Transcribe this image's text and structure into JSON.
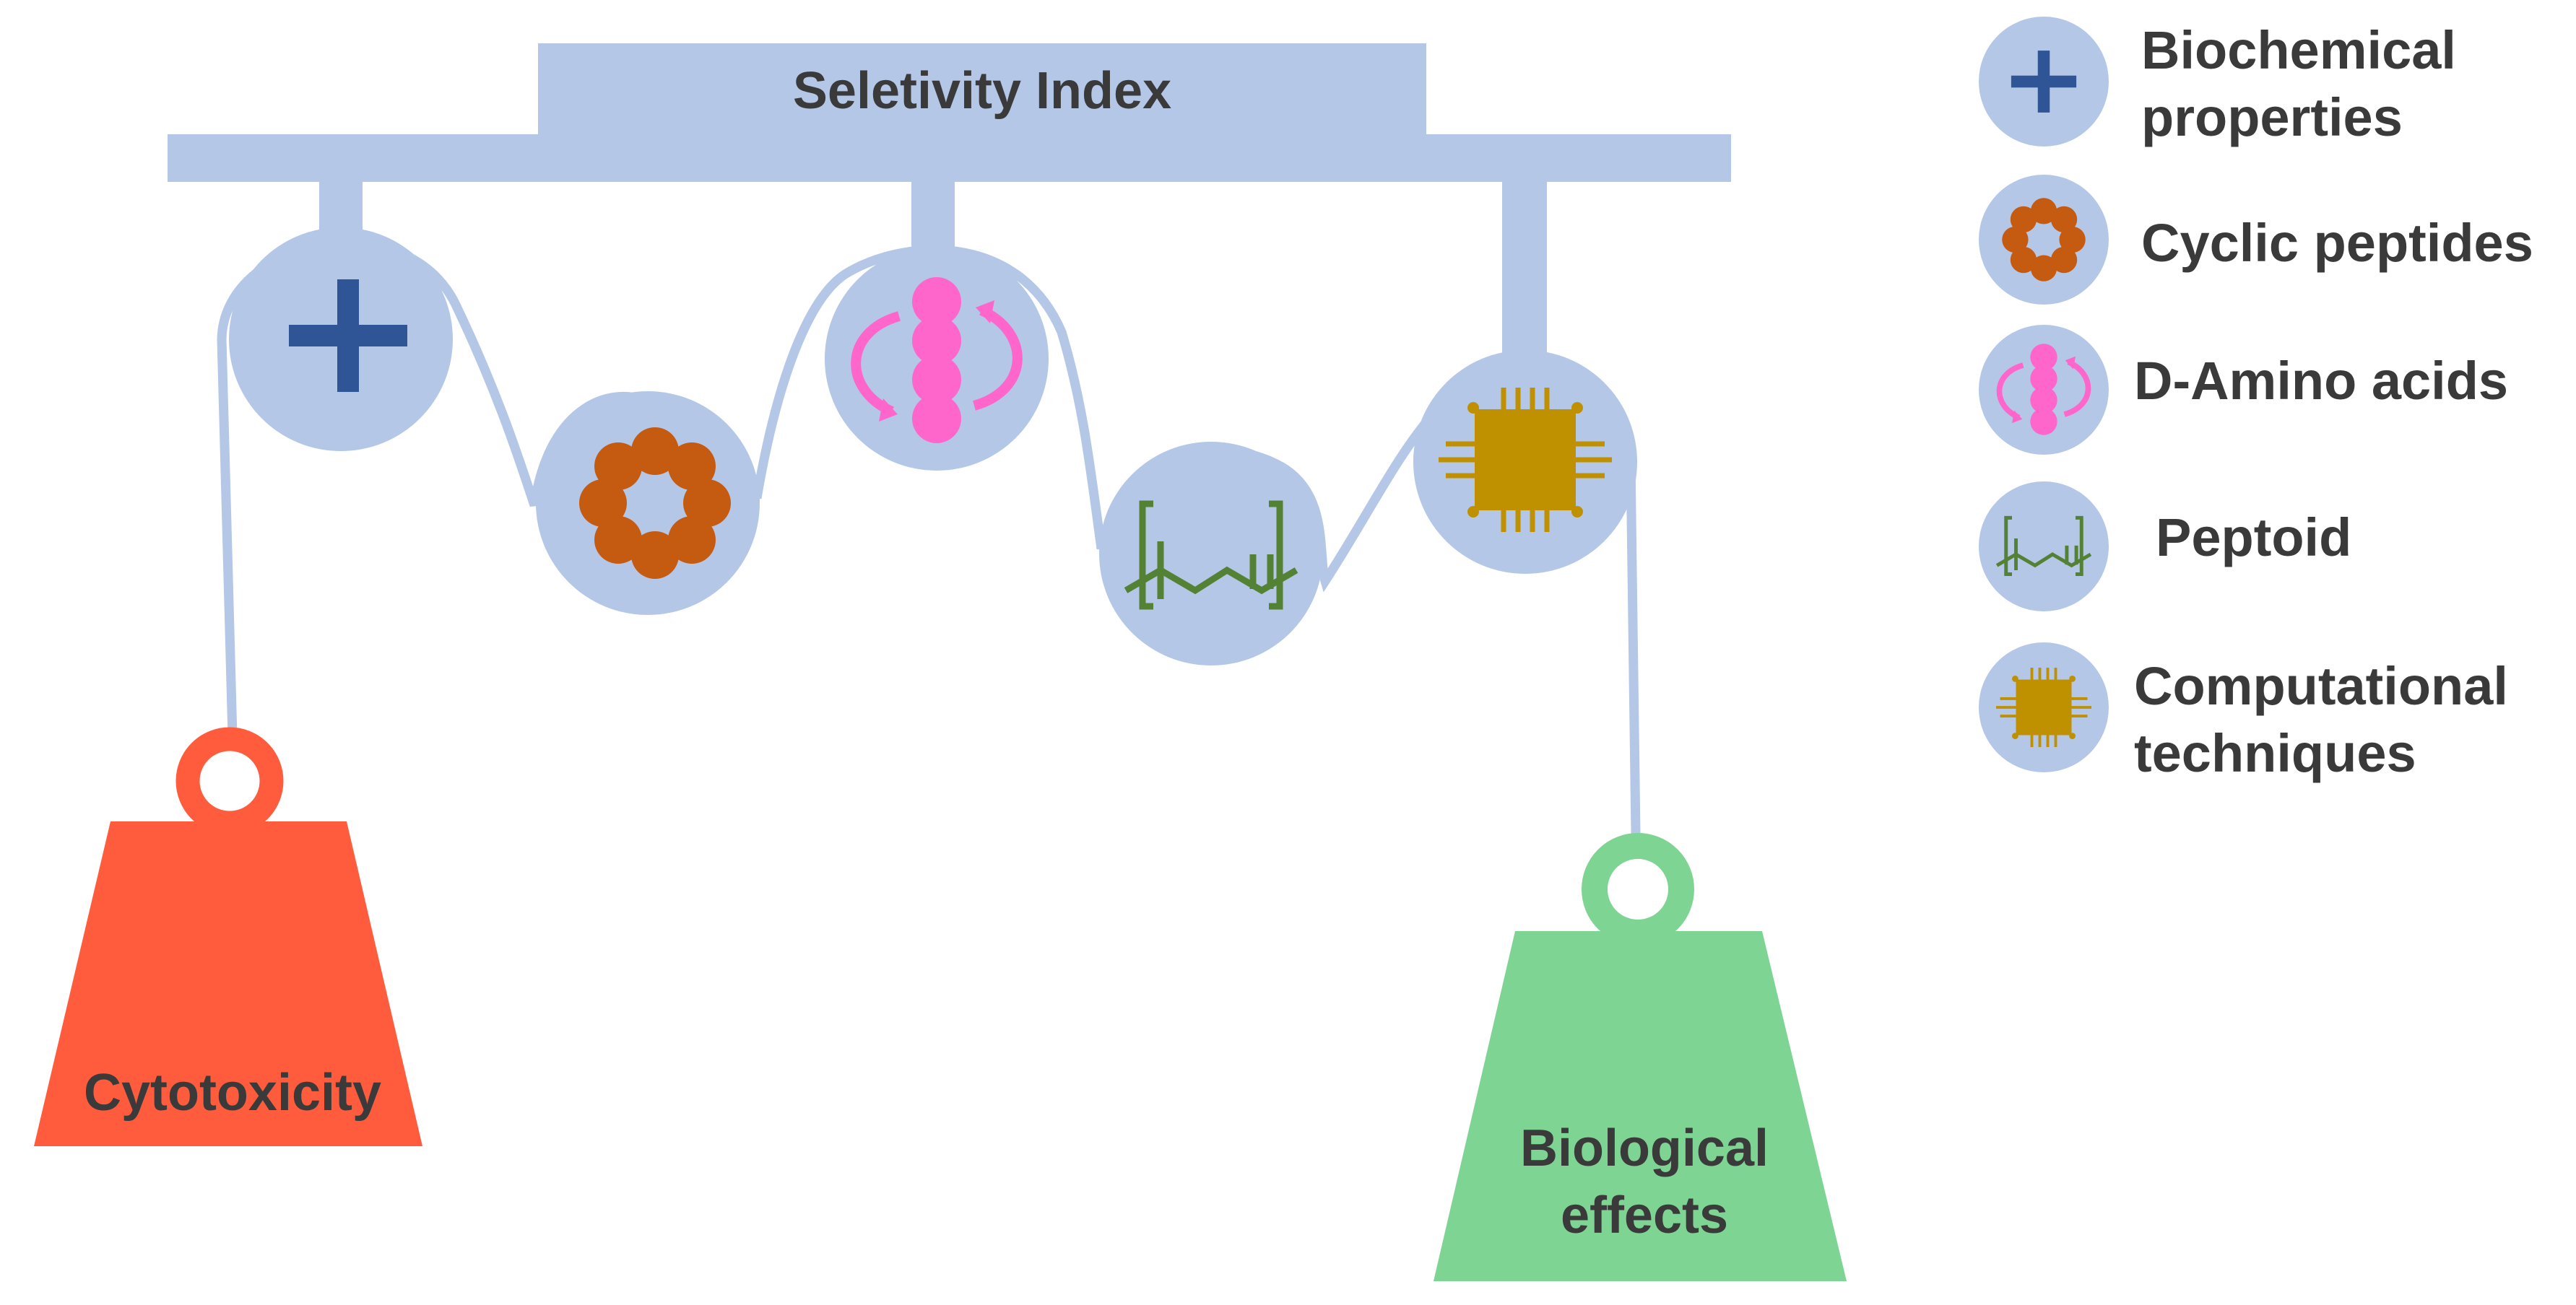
{
  "title": "Seletivity Index",
  "weights": {
    "left": {
      "label": "Cytotoxicity",
      "color": "#ff5c3e"
    },
    "right": {
      "label_line1": "Biological",
      "label_line2": "effects",
      "color": "#7ed493"
    }
  },
  "legend": [
    {
      "icon": "plus-icon",
      "line1": "Biochemical",
      "line2": "properties"
    },
    {
      "icon": "ring-icon",
      "line1": "Cyclic peptides",
      "line2": ""
    },
    {
      "icon": "chain-icon",
      "line1": "D-Amino acids",
      "line2": ""
    },
    {
      "icon": "peptoid-icon",
      "line1": "Peptoid",
      "line2": ""
    },
    {
      "icon": "chip-icon",
      "line1": "Computational",
      "line2": "techniques"
    }
  ],
  "colors": {
    "structure": "#b4c7e7",
    "plus": "#2f5597",
    "ring": "#c55a11",
    "chain": "#ff66cc",
    "peptoid": "#548235",
    "chip": "#bf9000"
  }
}
